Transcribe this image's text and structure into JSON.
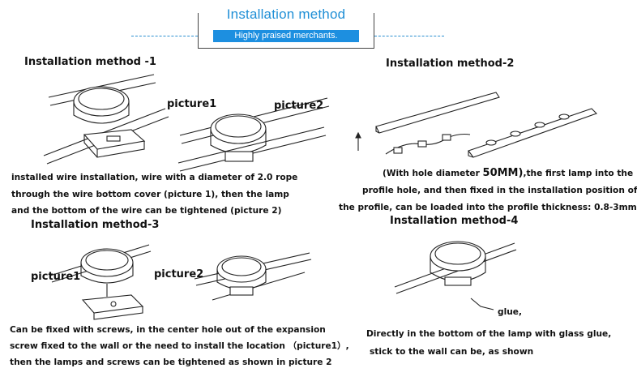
{
  "header": {
    "title": "Installation method",
    "badge": "Highly praised merchants."
  },
  "method1": {
    "title": "Installation method -1",
    "picture1": "picture1",
    "picture2": "picture2",
    "lines": [
      "installed wire installation, wire with a diameter of 2.0 rope",
      "through the wire bottom cover (picture 1), then the lamp",
      "and the bottom of the wire can be tightened (picture 2)"
    ]
  },
  "method2": {
    "title": "Installation method-2",
    "line1_prefix": "(With hole diameter ",
    "line1_size": "50MM)",
    "line1_suffix": ",the first lamp into the",
    "lines": [
      "profile hole, and then fixed in the installation position of",
      "the profile, can be loaded into the profile thickness: 0.8-3mm"
    ]
  },
  "method3": {
    "title": "Installation method-3",
    "picture1": "picture1",
    "picture2": "picture2",
    "lines": [
      "Can be fixed with screws, in the center hole out of the expansion",
      "screw fixed to the wall or the need to install the location （picture1）,",
      " then the lamps and screws can be tightened as shown in picture 2"
    ]
  },
  "method4": {
    "title": "Installation method-4",
    "glue_label": "glue,",
    "lines": [
      "Directly in the bottom of the lamp with glass glue,",
      "stick to the wall can be, as shown"
    ]
  }
}
